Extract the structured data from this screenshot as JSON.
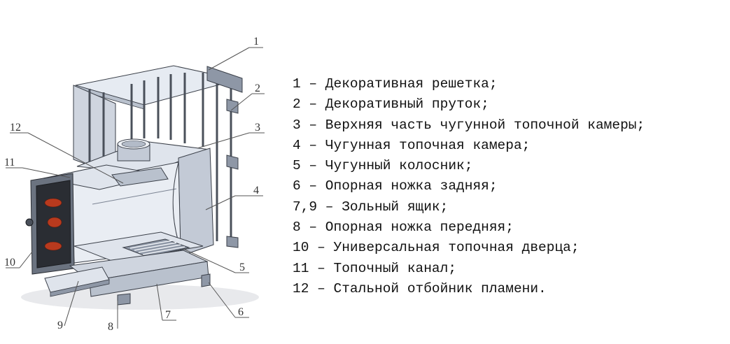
{
  "diagram": {
    "callouts": [
      {
        "num": "1"
      },
      {
        "num": "2"
      },
      {
        "num": "3"
      },
      {
        "num": "4"
      },
      {
        "num": "5"
      },
      {
        "num": "6"
      },
      {
        "num": "7"
      },
      {
        "num": "8"
      },
      {
        "num": "9"
      },
      {
        "num": "10"
      },
      {
        "num": "11"
      },
      {
        "num": "12"
      }
    ]
  },
  "legend": [
    "1 – Декоративная решетка;",
    "2 – Декоративный пруток;",
    "3 – Верхняя часть чугунной топочной камеры;",
    "4 – Чугунная топочная камера;",
    "5 – Чугунный колосник;",
    "6 – Опорная ножка задняя;",
    "7,9 – Зольный ящик;",
    "8 – Опорная ножка передняя;",
    "10 – Универсальная топочная дверца;",
    "11 – Топочный канал;",
    "12 – Стальной отбойник пламени."
  ],
  "colors": {
    "metal_light": "#dfe4ec",
    "metal_mid": "#c3cad6",
    "metal_dark": "#8e97a6",
    "outline": "#3a3f48",
    "door_dark": "#2a2d33",
    "door_glow": "#b83a1e"
  }
}
